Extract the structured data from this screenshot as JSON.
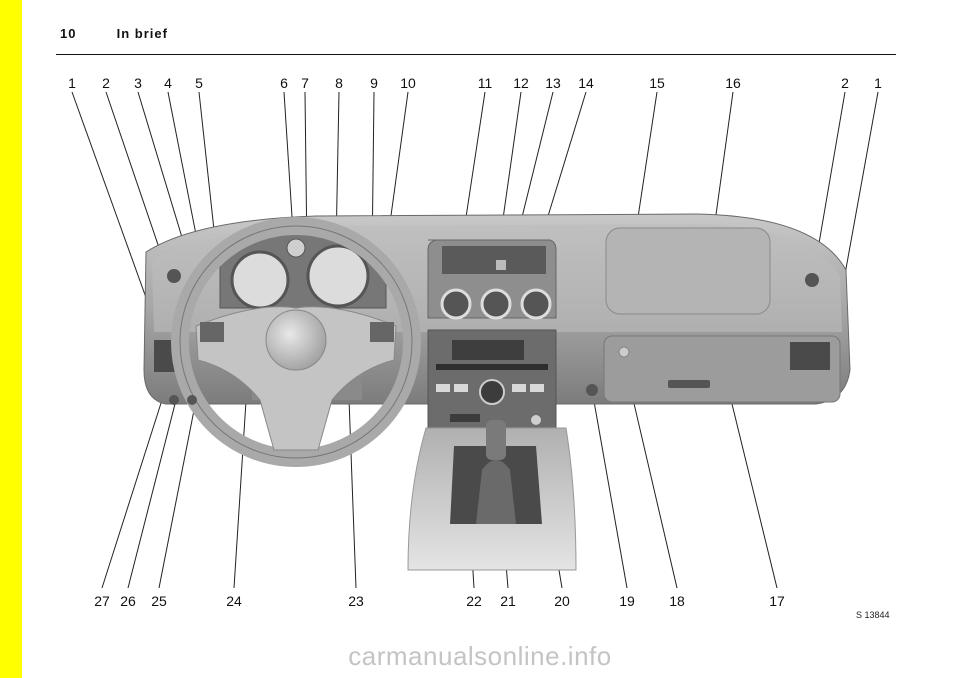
{
  "header": {
    "page_number": "10",
    "title": "In brief"
  },
  "figure": {
    "id": "S 13844",
    "top_callouts": [
      "1",
      "2",
      "3",
      "4",
      "5",
      "6",
      "7",
      "8",
      "9",
      "10",
      "11",
      "12",
      "13",
      "14",
      "15",
      "16",
      "2",
      "1"
    ],
    "bottom_callouts": [
      "27",
      "26",
      "25",
      "24",
      "23",
      "22",
      "21",
      "20",
      "19",
      "18",
      "17"
    ]
  },
  "colors": {
    "accent_strip": "#ffff00",
    "dashboard": "#a8a8a8"
  },
  "watermark": "carmanualsonline.info"
}
